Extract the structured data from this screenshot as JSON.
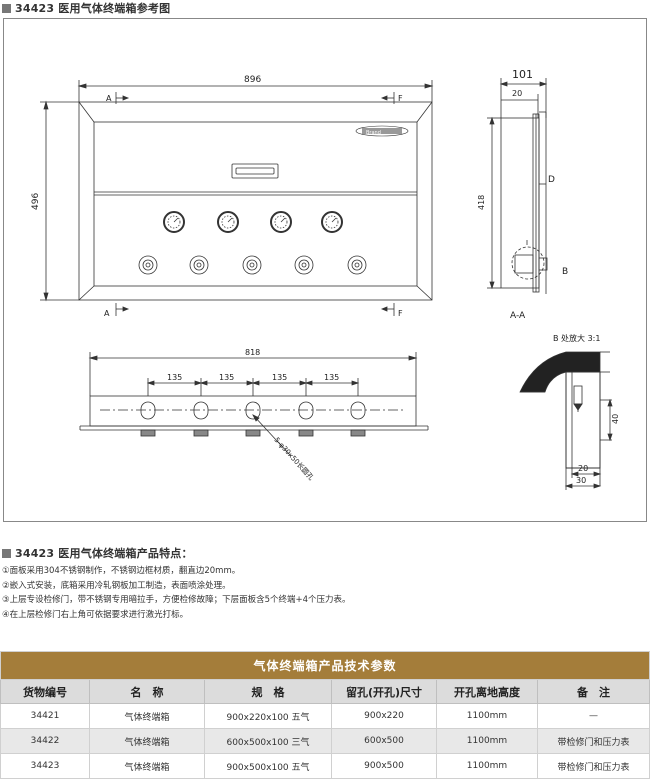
{
  "page": {
    "title": "34423 医用气体终端箱参考图"
  },
  "drawing": {
    "front_view": {
      "width_dim": "896",
      "height_dim": "496",
      "section_marks": [
        "A",
        "F",
        "A",
        "F"
      ],
      "brand_label": "Brand"
    },
    "side_view": {
      "dim_depth": "101",
      "dim_20": "20",
      "dim_height": "418",
      "label_d": "D",
      "label_b": "B",
      "section_label": "A-A"
    },
    "bottom_view": {
      "width_dim": "818",
      "spacings": [
        "135",
        "135",
        "135",
        "135"
      ],
      "hole_note": "5-φ30x50长圆孔"
    },
    "detail_view": {
      "title": "B 处放大 3:1",
      "dim_40": "40",
      "dim_20": "20",
      "dim_30": "30"
    }
  },
  "features": {
    "heading": "34423 医用气体终端箱产品特点：",
    "items": [
      "①面板采用304不锈钢制作，不锈钢边框材质，翻直边20mm。",
      "②嵌入式安装，底箱采用冷轧钢板加工制造，表面喷涂处理。",
      "③上层专设检修门，带不锈钢专用暗拉手，方便检修故障；下层面板含5个终端+4个压力表。",
      "④在上层检修门右上角可依据要求进行激光打标。"
    ]
  },
  "spec_table": {
    "caption": "气体终端箱产品技术参数",
    "headers": [
      "货物编号",
      "名　称",
      "规　格",
      "留孔(开孔)尺寸",
      "开孔离地高度",
      "备　注"
    ],
    "rows": [
      [
        "34421",
        "气体终端箱",
        "900x220x100 五气",
        "900x220",
        "1100mm",
        "—"
      ],
      [
        "34422",
        "气体终端箱",
        "600x500x100 三气",
        "600x500",
        "1100mm",
        "带检修门和压力表"
      ],
      [
        "34423",
        "气体终端箱",
        "900x500x100 五气",
        "900x500",
        "1100mm",
        "带检修门和压力表"
      ]
    ]
  },
  "colors": {
    "table_caption_bg": "#a47d3a",
    "table_header_bg": "#dcdcdc"
  }
}
